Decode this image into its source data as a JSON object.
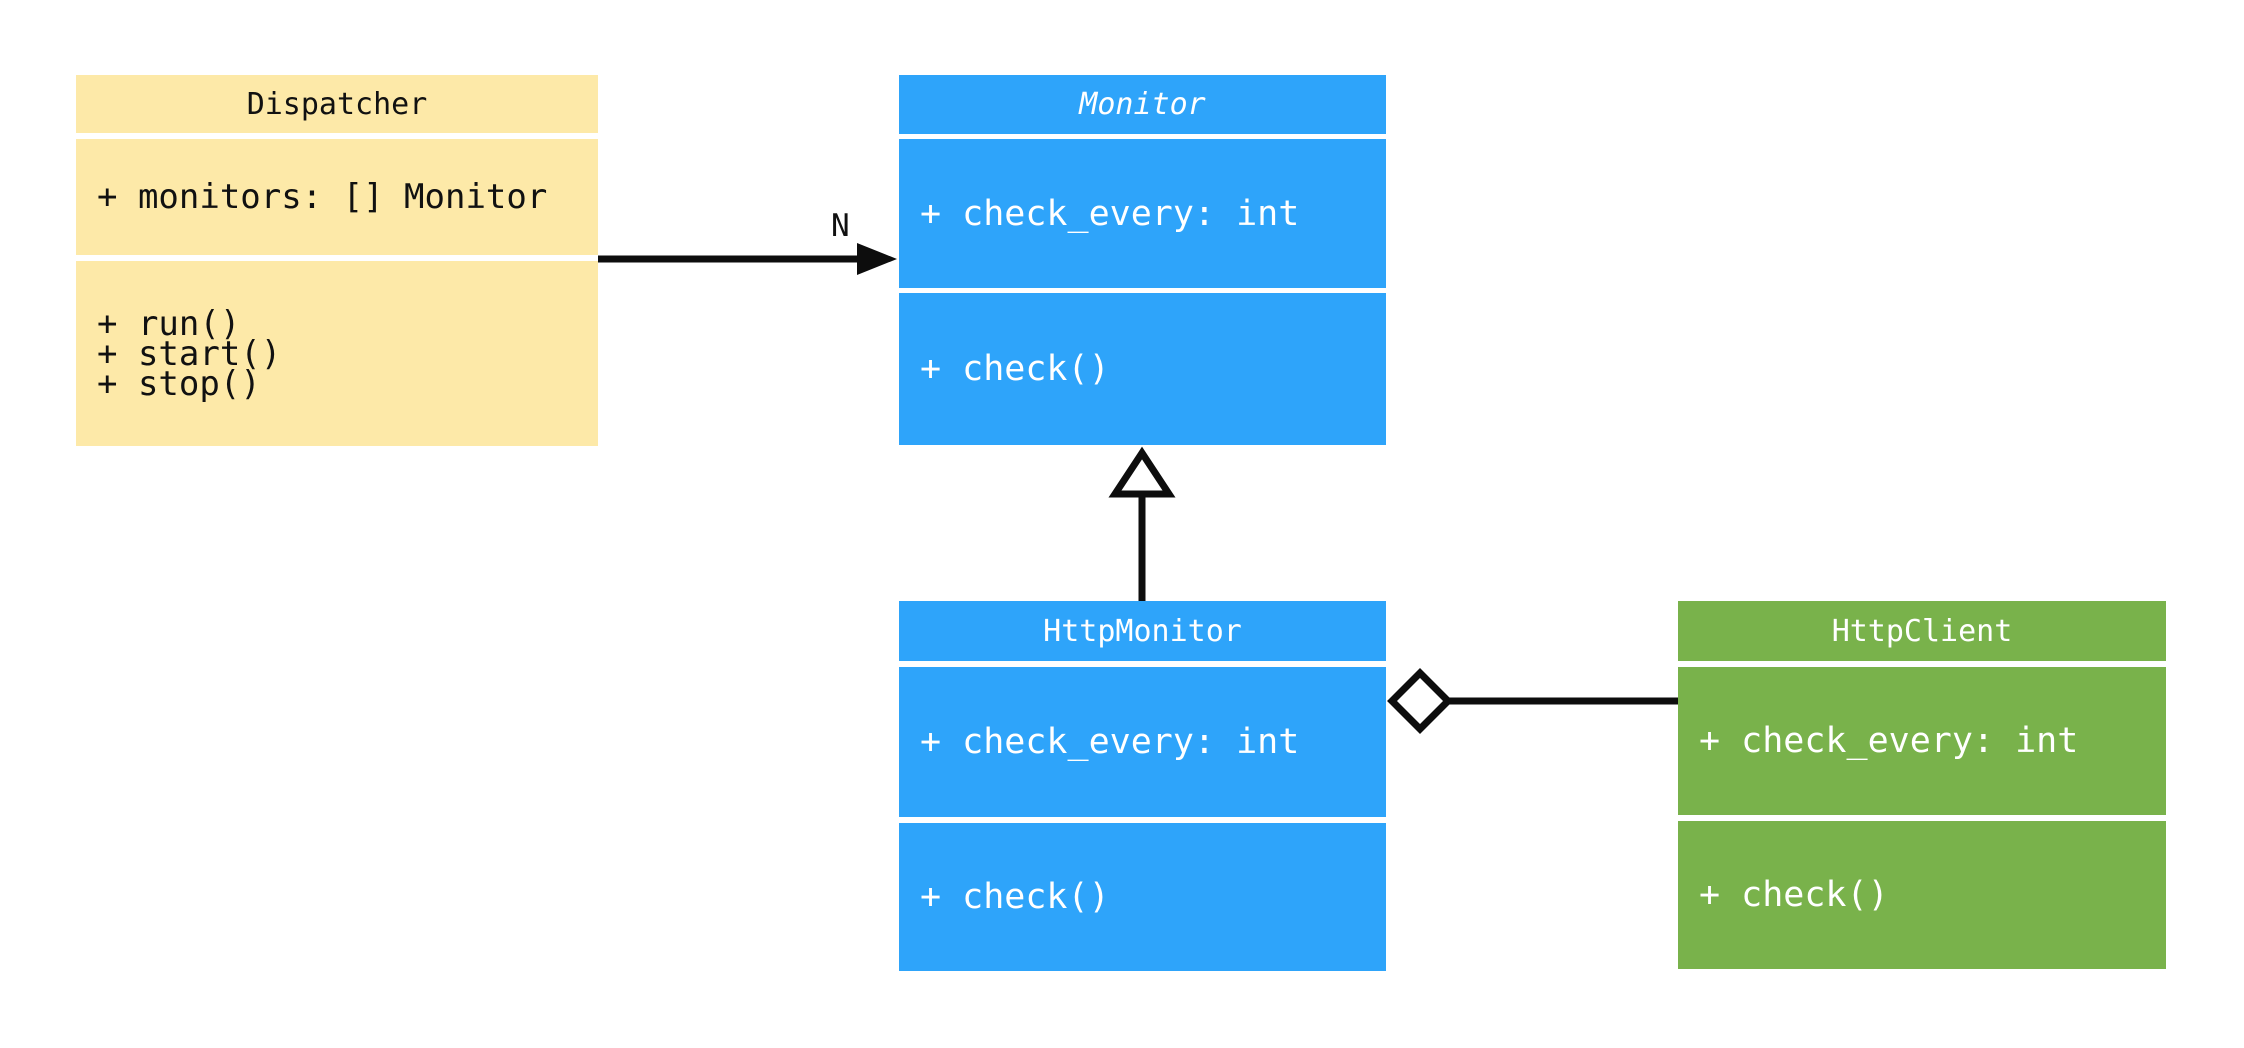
{
  "diagram": {
    "kind": "uml-class-diagram",
    "background_color": "#ffffff",
    "line_color": "#0d0d0d",
    "classes": [
      {
        "name": "Dispatcher",
        "abstract": false,
        "fill_color": "#FDE9A8",
        "text_color": "#111111",
        "attributes": [
          "+ monitors: [] Monitor"
        ],
        "methods": [
          "+ run()",
          "+ start()",
          "+ stop()"
        ]
      },
      {
        "name": "Monitor",
        "abstract": true,
        "fill_color": "#2EA4FA",
        "text_color": "#ffffff",
        "attributes": [
          "+ check_every: int"
        ],
        "methods": [
          "+ check()"
        ]
      },
      {
        "name": "HttpMonitor",
        "abstract": false,
        "fill_color": "#2EA4FA",
        "text_color": "#ffffff",
        "attributes": [
          "+ check_every: int"
        ],
        "methods": [
          "+ check()"
        ]
      },
      {
        "name": "HttpClient",
        "abstract": false,
        "fill_color": "#79B24B",
        "text_color": "#ffffff",
        "attributes": [
          "+ check_every: int"
        ],
        "methods": [
          "+ check()"
        ]
      }
    ],
    "relationships": [
      {
        "from": "Dispatcher",
        "to": "Monitor",
        "type": "association",
        "label": "N"
      },
      {
        "from": "HttpMonitor",
        "to": "Monitor",
        "type": "inheritance",
        "label": ""
      },
      {
        "from": "HttpMonitor",
        "to": "HttpClient",
        "type": "aggregation",
        "label": ""
      }
    ]
  }
}
